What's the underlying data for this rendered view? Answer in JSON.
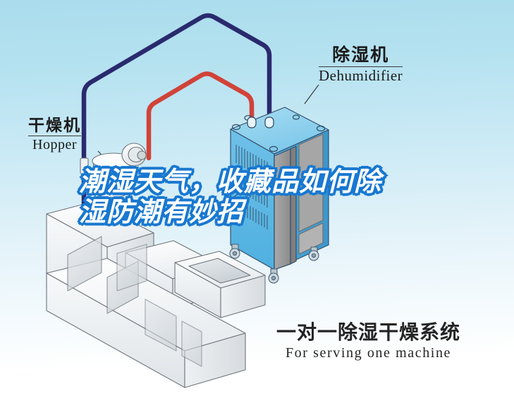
{
  "diagram": {
    "title_cn": "一对一除湿干燥系统",
    "title_en": "For serving one machine",
    "background": {
      "top_color": "#aadced",
      "bottom_color": "#ffffff"
    },
    "labels": {
      "dehumidifier": {
        "cn": "除湿机",
        "en": "Dehumidifier"
      },
      "hopper": {
        "cn": "干燥机",
        "en": "Hopper"
      }
    },
    "pipes": [
      {
        "name": "return-air-pipe",
        "color": "#2a2a6e"
      },
      {
        "name": "supply-air-pipe",
        "color": "#d14338"
      }
    ],
    "colors": {
      "cabinet_front": "#5bb6e4",
      "cabinet_top": "#8fd0ec",
      "cabinet_side": "#3f9ed4",
      "panel_gray": "#9a9a9a",
      "machine_body": "#f2f4f5",
      "machine_shade": "#dfe3e6",
      "outline": "#4a4a4a",
      "headline_stroke": "#1878d0",
      "headline_fill": "#ffffff"
    }
  },
  "headline": {
    "line1": "潮湿天气，收藏品如何除",
    "line2": "湿防潮有妙招"
  }
}
